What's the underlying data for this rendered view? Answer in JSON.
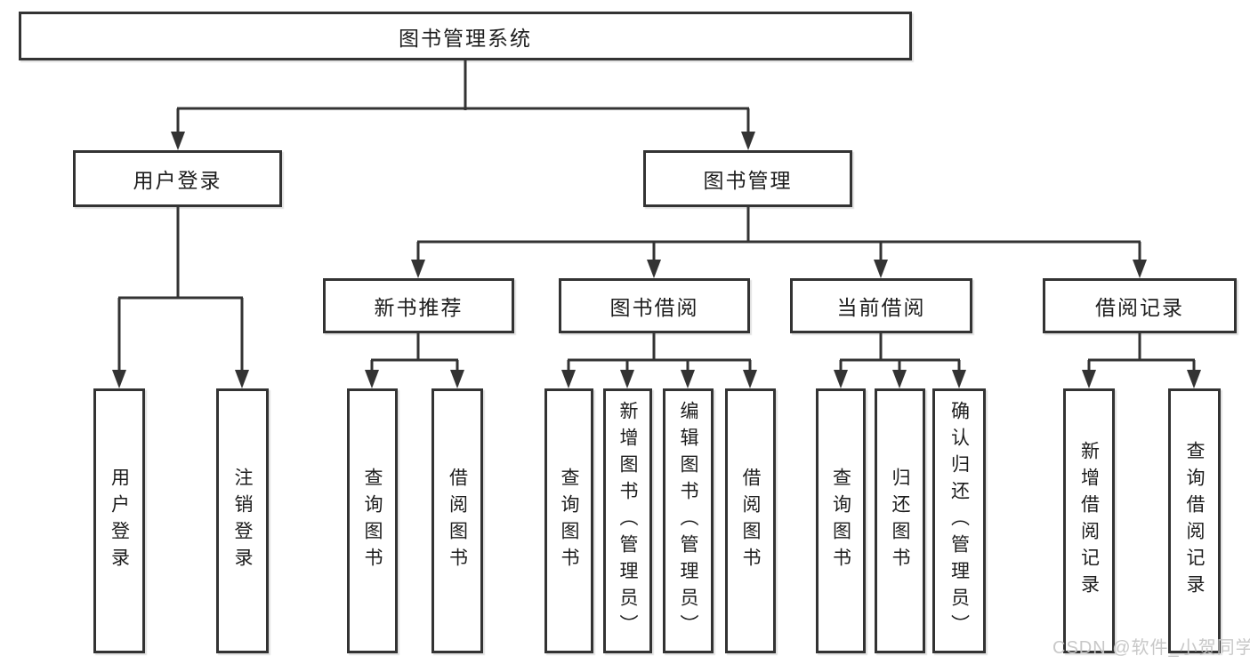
{
  "colors": {
    "line": "#333333",
    "text": "#1d1d1d",
    "watermark": "#c5c5c5",
    "background": "#ffffff"
  },
  "watermark": {
    "text": "CSDN @软件_小贺同学"
  },
  "tree": {
    "root": {
      "label": "图书管理系统"
    },
    "branches": [
      {
        "label": "用户登录",
        "leaves": [
          {
            "label": "用户登录"
          },
          {
            "label": "注销登录"
          }
        ]
      },
      {
        "label": "图书管理",
        "branches": [
          {
            "label": "新书推荐",
            "leaves": [
              {
                "label": "查询图书"
              },
              {
                "label": "借阅图书"
              }
            ]
          },
          {
            "label": "图书借阅",
            "leaves": [
              {
                "label": "查询图书"
              },
              {
                "label": "新增图书（管理员）"
              },
              {
                "label": "编辑图书（管理员）"
              },
              {
                "label": "借阅图书"
              }
            ]
          },
          {
            "label": "当前借阅",
            "leaves": [
              {
                "label": "查询图书"
              },
              {
                "label": "归还图书"
              },
              {
                "label": "确认归还（管理员）"
              }
            ]
          },
          {
            "label": "借阅记录",
            "leaves": [
              {
                "label": "新增借阅记录"
              },
              {
                "label": "查询借阅记录"
              }
            ]
          }
        ]
      }
    ]
  }
}
